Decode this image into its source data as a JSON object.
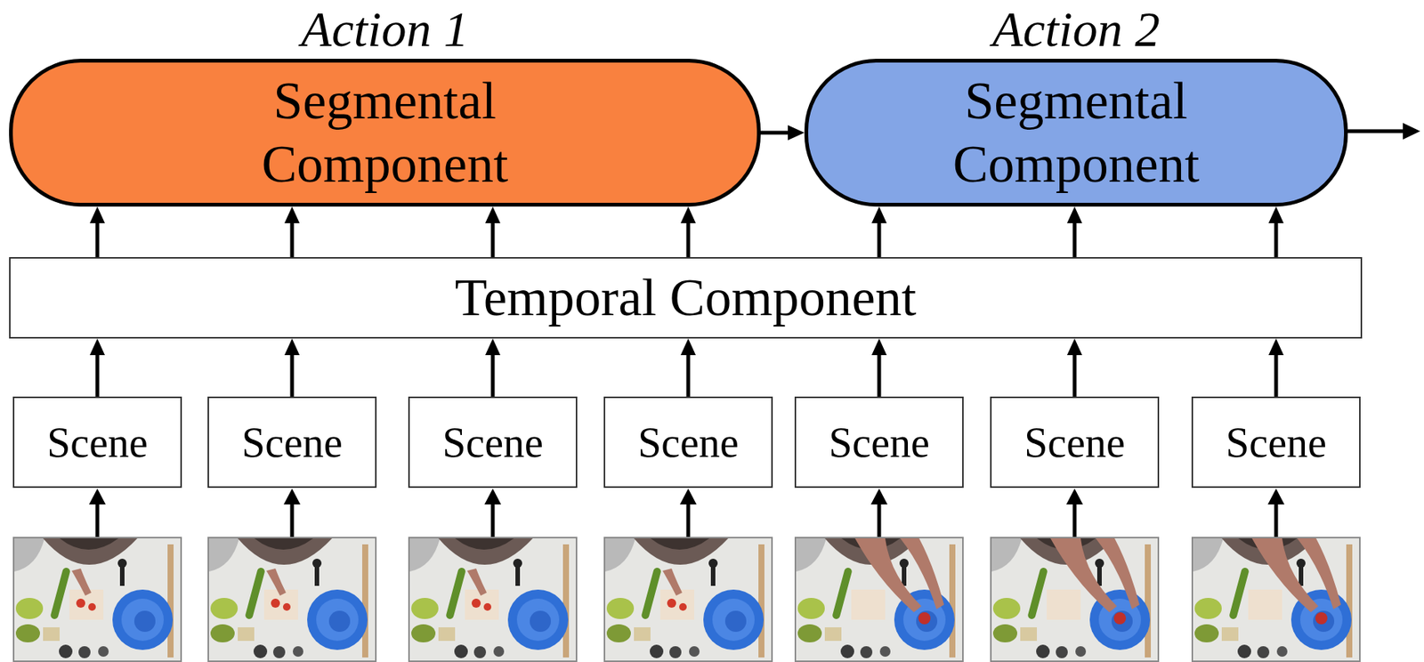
{
  "diagram": {
    "nodes": [
      {
        "text": [
          "Action 1",
          "Segmental Component"
        ]
      },
      {
        "text": [
          "Action 2",
          "Segmental Component"
        ]
      },
      {
        "text": [
          "Temporal Component"
        ]
      },
      {
        "text": [
          "Scene"
        ]
      },
      {
        "text": [
          "Scene"
        ]
      },
      {
        "text": [
          "Scene"
        ]
      },
      {
        "text": [
          "Scene"
        ]
      },
      {
        "text": [
          "Scene"
        ]
      },
      {
        "text": [
          "Scene"
        ]
      },
      {
        "text": [
          "Scene"
        ]
      }
    ],
    "edges": [
      {
        "from": 0,
        "to": 1,
        "arrow": "to"
      },
      {
        "from": 2,
        "to": 0,
        "arrow": "to"
      },
      {
        "from": 2,
        "to": 0,
        "arrow": "to"
      },
      {
        "from": 2,
        "to": 0,
        "arrow": "to"
      },
      {
        "from": 2,
        "to": 0,
        "arrow": "to"
      },
      {
        "from": 2,
        "to": 1,
        "arrow": "to"
      },
      {
        "from": 2,
        "to": 1,
        "arrow": "to"
      },
      {
        "from": 2,
        "to": 1,
        "arrow": "to"
      },
      {
        "from": 3,
        "to": 2,
        "arrow": "to"
      },
      {
        "from": 4,
        "to": 2,
        "arrow": "to"
      },
      {
        "from": 5,
        "to": 2,
        "arrow": "to"
      },
      {
        "from": 6,
        "to": 2,
        "arrow": "to"
      },
      {
        "from": 7,
        "to": 2,
        "arrow": "to"
      },
      {
        "from": 8,
        "to": 2,
        "arrow": "to"
      },
      {
        "from": 9,
        "to": 2,
        "arrow": "to"
      }
    ]
  }
}
